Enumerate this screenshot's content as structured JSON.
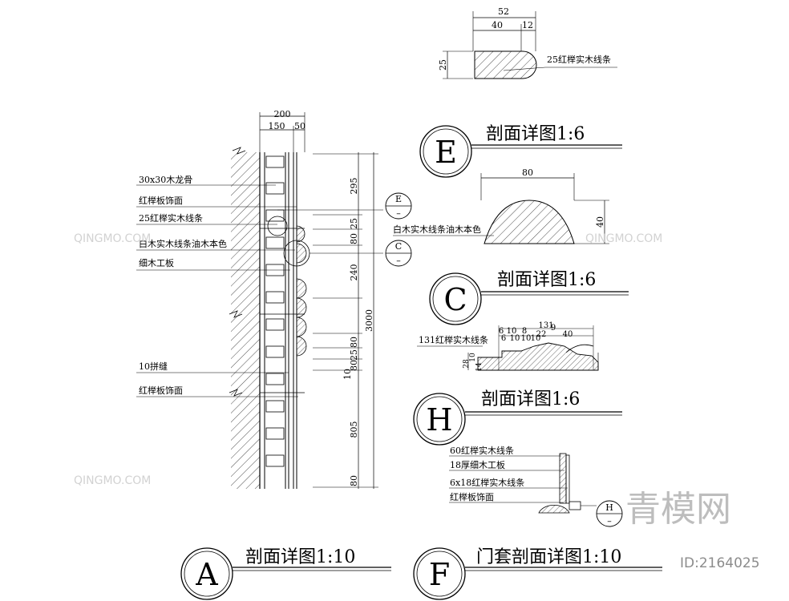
{
  "section_A": {
    "circle_letter": "A",
    "title": "剖面详图1:10",
    "top_dims": [
      "200",
      "150",
      "50"
    ],
    "side_dims": [
      "295",
      "25",
      "80",
      "240",
      "3000",
      "80",
      "25",
      "80",
      "10",
      "805",
      "80"
    ],
    "callouts": {
      "keel": "30x30木龙骨",
      "panel_facing": "红榉板饰面",
      "strip_25": "25红榉实木线条",
      "white_strip": "白木实木线条油木本色",
      "blockboard": "细木工板",
      "joint": "10拼缝",
      "panel_facing_2": "红榉板饰面"
    },
    "ref_E": {
      "top": "E",
      "bottom": "–"
    },
    "ref_C": {
      "top": "C",
      "bottom": "–"
    }
  },
  "section_E": {
    "circle_letter": "E",
    "title": "剖面详图1:6",
    "dims": [
      "52",
      "40",
      "12",
      "25"
    ],
    "callout": "25红榉实木线条"
  },
  "section_C": {
    "circle_letter": "C",
    "title": "剖面详图1:6",
    "dims": [
      "80",
      "40"
    ],
    "callout": "白木实木线条油木本色"
  },
  "section_H": {
    "circle_letter": "H",
    "title": "剖面详图1:6",
    "total_dim": "131",
    "dims_top": [
      "6",
      "10",
      "8",
      "22",
      "9",
      "40"
    ],
    "dims_bottom": [
      "6",
      "10",
      "10",
      "10"
    ],
    "side_dims": [
      "28",
      "10",
      "14"
    ],
    "callout": "131红榉实木线条"
  },
  "section_F": {
    "circle_letter": "F",
    "title": "门套剖面详图1:10",
    "callouts": {
      "strip_60": "60红榉实木线条",
      "board_18": "18厚细木工板",
      "strip_6x18": "6x18红榉实木线条",
      "panel_facing": "红榉板饰面"
    },
    "ref_H": {
      "top": "H",
      "bottom": "–"
    }
  },
  "watermark": {
    "brand_text": "QINGMO.COM",
    "brand_cn": "青模网",
    "id_label": "ID:2164025"
  }
}
